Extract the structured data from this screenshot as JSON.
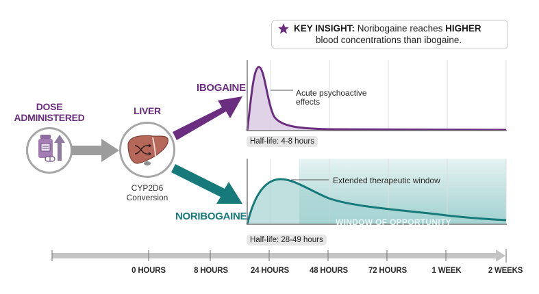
{
  "insight": {
    "icon": "star-icon",
    "prefix": "KEY INSIGHT:",
    "text_a": " Noribogaine reaches ",
    "emphasis": "HIGHER",
    "line2": "blood concentrations than ibogaine."
  },
  "flow": {
    "dose_title_1": "DOSE",
    "dose_title_2": "ADMINISTERED",
    "liver_title": "LIVER",
    "liver_caption_1": "CYP2D6",
    "liver_caption_2": "Conversion",
    "ibogaine_label": "IBOGAINE",
    "noribogaine_label": "NORIBOGAINE"
  },
  "charts": {
    "ibogaine": {
      "annotation_1": "Acute psychoactive",
      "annotation_2": "effects",
      "half_life": "Half-life: 4-8 hours"
    },
    "noribogaine": {
      "annotation": "Extended therapeutic window",
      "window_label": "WINDOW OF OPPORTUNITY",
      "half_life": "Half-life: 28-49 hours"
    }
  },
  "timeline": {
    "ticks": [
      "0 HOURS",
      "8 HOURS",
      "24 HOURS",
      "48 HOURS",
      "72 HOURS",
      "1 WEEK",
      "2 WEEKS"
    ]
  },
  "colors": {
    "ibogaine": "#6b2d7f",
    "noribogaine": "#167a7a",
    "arrow_gray": "#a0a0a0",
    "liver": "#b5675a"
  },
  "chart_data": [
    {
      "type": "area",
      "title": "Ibogaine blood concentration",
      "x": [
        "0 HOURS",
        "8 HOURS",
        "24 HOURS",
        "48 HOURS",
        "72 HOURS",
        "1 WEEK",
        "2 WEEKS"
      ],
      "series": [
        {
          "name": "Ibogaine",
          "values": [
            0,
            0.55,
            0.05,
            0.02,
            0.01,
            0.01,
            0.01
          ],
          "peak_relative": 1.0,
          "peak_at": "~4 hours"
        }
      ],
      "annotations": [
        "Acute psychoactive effects",
        "Half-life: 4-8 hours"
      ],
      "grid": true
    },
    {
      "type": "area",
      "title": "Noribogaine blood concentration",
      "x": [
        "0 HOURS",
        "8 HOURS",
        "24 HOURS",
        "48 HOURS",
        "72 HOURS",
        "1 WEEK",
        "2 WEEKS"
      ],
      "series": [
        {
          "name": "Noribogaine",
          "values": [
            0,
            0.9,
            0.95,
            0.6,
            0.42,
            0.3,
            0.22
          ],
          "peak_at": "~12 hours"
        }
      ],
      "annotations": [
        "Extended therapeutic window",
        "WINDOW OF OPPORTUNITY",
        "Half-life: 28-49 hours"
      ],
      "grid": true
    }
  ]
}
